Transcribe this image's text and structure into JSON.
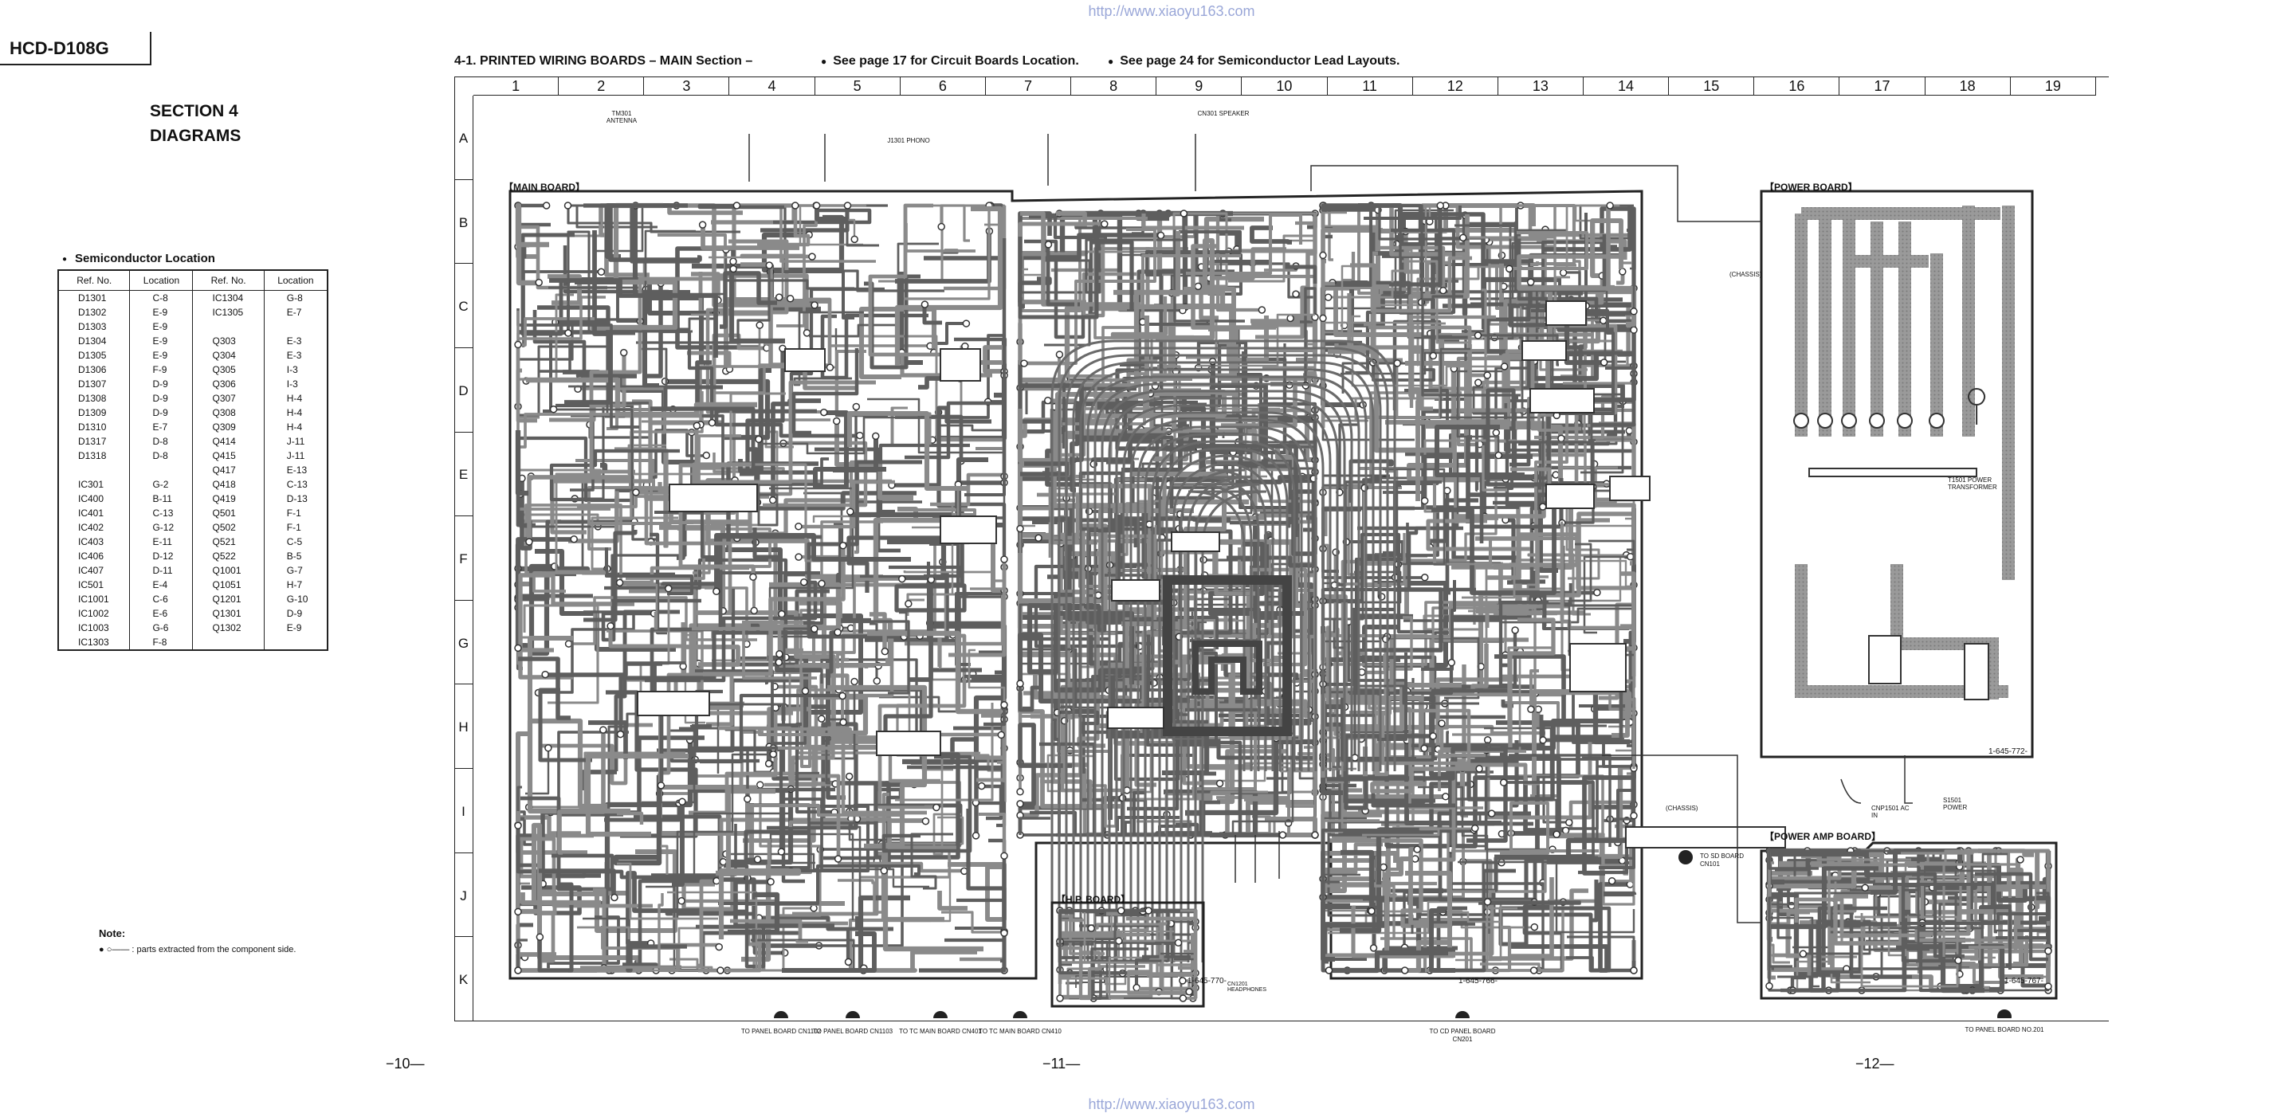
{
  "header_url": "http://www.xiaoyu163.com",
  "footer_url": "http://www.xiaoyu163.com",
  "model": "HCD-D108G",
  "section": {
    "number": "SECTION 4",
    "name": "DIAGRAMS"
  },
  "semiconductor_location": {
    "title": "Semiconductor Location",
    "headers": [
      "Ref. No.",
      "Location",
      "Ref. No.",
      "Location"
    ],
    "rows": [
      [
        "D1301",
        "C-8",
        "IC1304",
        "G-8"
      ],
      [
        "D1302",
        "E-9",
        "IC1305",
        "E-7"
      ],
      [
        "D1303",
        "E-9",
        "",
        ""
      ],
      [
        "D1304",
        "E-9",
        "Q303",
        "E-3"
      ],
      [
        "D1305",
        "E-9",
        "Q304",
        "E-3"
      ],
      [
        "D1306",
        "F-9",
        "Q305",
        "I-3"
      ],
      [
        "D1307",
        "D-9",
        "Q306",
        "I-3"
      ],
      [
        "D1308",
        "D-9",
        "Q307",
        "H-4"
      ],
      [
        "D1309",
        "D-9",
        "Q308",
        "H-4"
      ],
      [
        "D1310",
        "E-7",
        "Q309",
        "H-4"
      ],
      [
        "D1317",
        "D-8",
        "Q414",
        "J-11"
      ],
      [
        "D1318",
        "D-8",
        "Q415",
        "J-11"
      ],
      [
        "",
        "",
        "Q417",
        "E-13"
      ],
      [
        "IC301",
        "G-2",
        "Q418",
        "C-13"
      ],
      [
        "IC400",
        "B-11",
        "Q419",
        "D-13"
      ],
      [
        "IC401",
        "C-13",
        "Q501",
        "F-1"
      ],
      [
        "IC402",
        "G-12",
        "Q502",
        "F-1"
      ],
      [
        "IC403",
        "E-11",
        "Q521",
        "C-5"
      ],
      [
        "IC406",
        "D-12",
        "Q522",
        "B-5"
      ],
      [
        "IC407",
        "D-11",
        "Q1001",
        "G-7"
      ],
      [
        "IC501",
        "E-4",
        "Q1051",
        "H-7"
      ],
      [
        "IC1001",
        "C-6",
        "Q1201",
        "G-10"
      ],
      [
        "IC1002",
        "E-6",
        "Q1301",
        "D-9"
      ],
      [
        "IC1003",
        "G-6",
        "Q1302",
        "E-9"
      ],
      [
        "IC1303",
        "F-8",
        "",
        ""
      ]
    ]
  },
  "note": {
    "label": "Note:",
    "text": "●  ○—— : parts extracted from the component side."
  },
  "main_title": "4-1.  PRINTED  WIRING  BOARDS  – MAIN  Section –",
  "notes": [
    "See page 17 for Circuit Boards Location.",
    "See page 24 for Semiconductor Lead Layouts."
  ],
  "grid": {
    "columns": [
      "1",
      "2",
      "3",
      "4",
      "5",
      "6",
      "7",
      "8",
      "9",
      "10",
      "11",
      "12",
      "13",
      "14",
      "15",
      "16",
      "17",
      "18",
      "19"
    ],
    "rows": [
      "A",
      "B",
      "C",
      "D",
      "E",
      "F",
      "G",
      "H",
      "I",
      "J",
      "K"
    ]
  },
  "boards": {
    "main": "【MAIN BOARD】",
    "power": "【POWER BOARD】",
    "power_amp": "【POWER AMP BOARD】",
    "hp": "【H.P. BOARD】"
  },
  "connectors": {
    "F": "TO PANEL BOARD CN1102",
    "E": "TO PANEL BOARD CN1103",
    "A": "TO TC MAIN BOARD CN401",
    "B": "TO TC MAIN BOARD CN410",
    "D": "TO CD PANEL BOARD CN201",
    "C": "TO SD BOARD CN101",
    "G": "TO PANEL BOARD NO.201"
  },
  "board_ids": {
    "main": "1-645-766-",
    "hp": "1-645-770-",
    "power": "1-645-772-",
    "power_amp": "1-645-767-"
  },
  "parts": {
    "antenna": "TM301 ANTENNA",
    "phono": "J1301 PHONO",
    "speaker": "CN301 SPEAKER",
    "transformer": "T1501 POWER TRANSFORMER",
    "chassis1": "(CHASSIS)",
    "chassis2": "(CHASSIS)",
    "ac_in": "CNP1501 AC IN",
    "power_sw": "S1501 POWER",
    "headphones": "CN1201 HEADPHONES"
  },
  "pages": {
    "left": "−10—",
    "middle": "−11—",
    "right": "−12—"
  }
}
